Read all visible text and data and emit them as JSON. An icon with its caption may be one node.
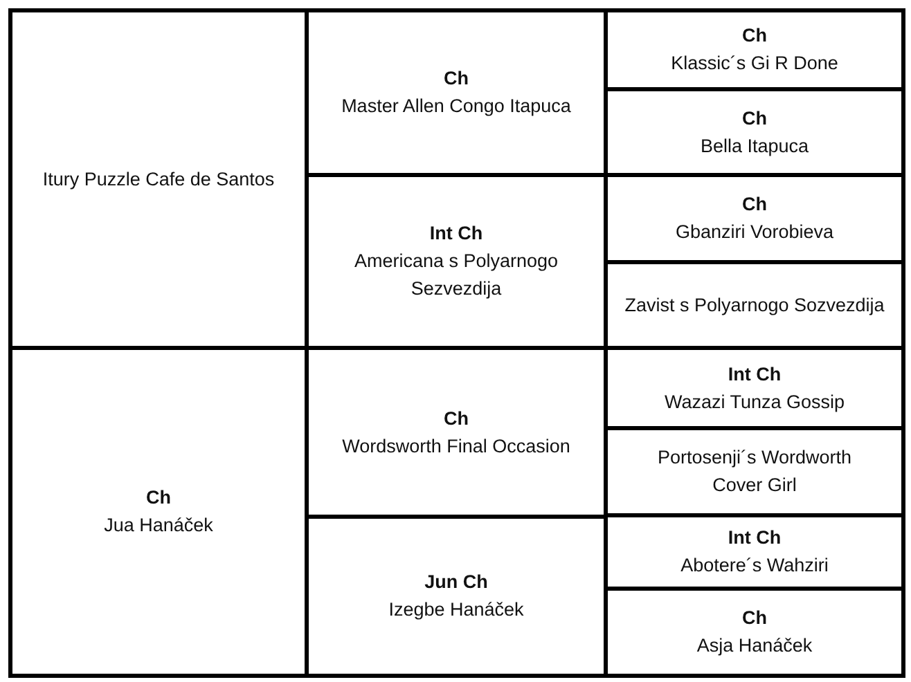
{
  "diagram": {
    "nodes": [
      {
        "text": [
          "Itury Puzzle Cafe de Santos"
        ]
      },
      {
        "text": [
          "Ch",
          "Master Allen Congo Itapuca"
        ]
      },
      {
        "text": [
          "Ch",
          "Klassic´s Gi R Done"
        ]
      },
      {
        "text": [
          "Ch",
          "Bella Itapuca"
        ]
      },
      {
        "text": [
          "Int Ch",
          "Americana s Polyarnogo Sezvezdija"
        ]
      },
      {
        "text": [
          "Ch",
          "Gbanziri Vorobieva"
        ]
      },
      {
        "text": [
          "Zavist s Polyarnogo Sozvezdija"
        ]
      },
      {
        "text": [
          "Ch",
          "Jua Hanáček"
        ]
      },
      {
        "text": [
          "Ch",
          "Wordsworth Final Occasion"
        ]
      },
      {
        "text": [
          "Int Ch",
          "Wazazi Tunza Gossip"
        ]
      },
      {
        "text": [
          "Portosenji´s Wordworth Cover Girl"
        ]
      },
      {
        "text": [
          "Jun Ch",
          "Izegbe Hanáček"
        ]
      },
      {
        "text": [
          "Int Ch",
          "Abotere´s Wahziri"
        ]
      },
      {
        "text": [
          "Ch",
          "Asja Hanáček"
        ]
      }
    ]
  }
}
